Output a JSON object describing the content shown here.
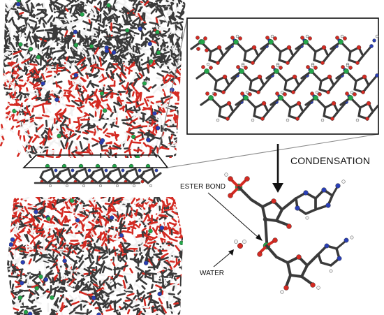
{
  "labels": {
    "condensation": "CONDENSATION",
    "ester_bond": "ESTER BOND",
    "water": "WATER"
  },
  "colors": {
    "carbon": "#3a3a3a",
    "oxygen": "#d42a22",
    "hydrogen": "#f2f2f2",
    "nitrogen": "#2a3fb5",
    "phosphorus": "#23a64a",
    "box_border": "#111111",
    "connector": "#8a8a8a"
  }
}
